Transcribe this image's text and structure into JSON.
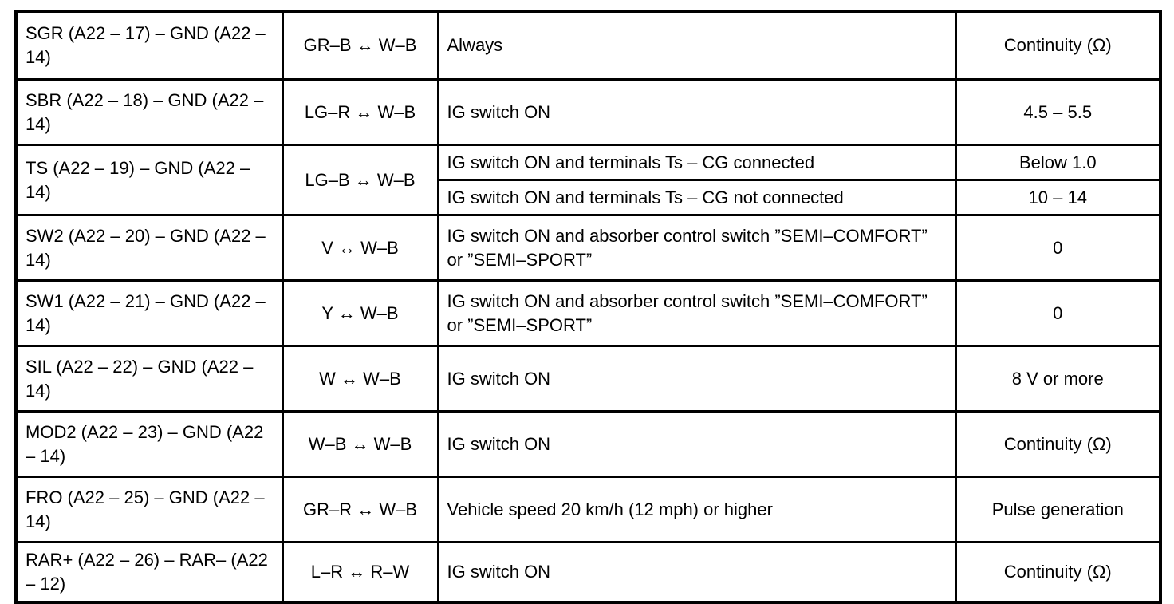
{
  "table": {
    "rows": [
      {
        "terminals": "SGR (A22 – 17) – GND (A22 –\n14)",
        "wiring": "GR–B ↔ W–B",
        "cases": [
          {
            "condition": "Always",
            "specified": "Continuity (Ω)"
          }
        ]
      },
      {
        "terminals": "SBR (A22 – 18) – GND (A22 –\n14)",
        "wiring": "LG–R ↔ W–B",
        "cases": [
          {
            "condition": "IG switch ON",
            "specified": "4.5 – 5.5"
          }
        ]
      },
      {
        "terminals": "TS (A22 – 19) – GND (A22 –\n14)",
        "wiring": "LG–B ↔ W–B",
        "cases": [
          {
            "condition": "IG switch ON and terminals Ts – CG connected",
            "specified": "Below 1.0"
          },
          {
            "condition": "IG switch ON and terminals Ts – CG not connected",
            "specified": "10 – 14"
          }
        ]
      },
      {
        "terminals": "SW2 (A22 – 20) – GND (A22 –\n14)",
        "wiring": "V ↔ W–B",
        "cases": [
          {
            "condition": "IG switch ON and absorber control switch ”SEMI–COMFORT”\nor ”SEMI–SPORT”",
            "specified": "0"
          }
        ]
      },
      {
        "terminals": "SW1 (A22 – 21) – GND (A22 –\n14)",
        "wiring": "Y ↔ W–B",
        "cases": [
          {
            "condition": "IG switch ON and absorber control switch ”SEMI–COMFORT”\nor ”SEMI–SPORT”",
            "specified": "0"
          }
        ]
      },
      {
        "terminals": "SIL (A22 – 22) – GND (A22 –\n14)",
        "wiring": "W ↔ W–B",
        "cases": [
          {
            "condition": "IG switch ON",
            "specified": "8 V or more"
          }
        ]
      },
      {
        "terminals": "MOD2 (A22 – 23) – GND (A22\n– 14)",
        "wiring": "W–B ↔ W–B",
        "cases": [
          {
            "condition": "IG switch ON",
            "specified": "Continuity (Ω)"
          }
        ]
      },
      {
        "terminals": "FRO (A22 – 25) – GND (A22 –\n14)",
        "wiring": "GR–R ↔ W–B",
        "cases": [
          {
            "condition": "Vehicle speed 20 km/h (12 mph) or higher",
            "specified": "Pulse generation"
          }
        ]
      },
      {
        "terminals": "RAR+ (A22 – 26) – RAR– (A22\n– 12)",
        "wiring": "L–R ↔ R–W",
        "cases": [
          {
            "condition": "IG switch ON",
            "specified": "Continuity (Ω)"
          }
        ]
      }
    ]
  }
}
